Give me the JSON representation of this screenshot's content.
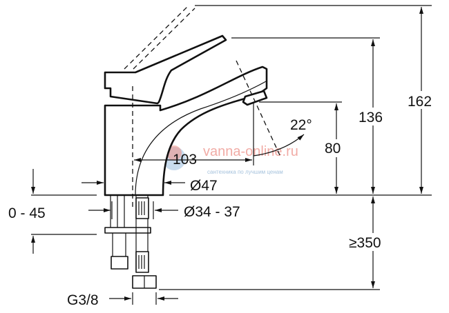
{
  "dimensions": {
    "total_height": "162",
    "spout_height": "136",
    "aerator_height": "80",
    "spout_reach": "103",
    "body_diameter": "Ø47",
    "mounting_hole": "Ø34 - 37",
    "counter_thickness": "0 - 45",
    "hose_length": "≥350",
    "connection_thread": "G3/8",
    "swivel_angle": "22°"
  },
  "watermark": {
    "site": "vanna-online.ru",
    "tagline": "сантехника по лучшим ценам"
  },
  "colors": {
    "line": "#111111",
    "watermark_red": "#e8756b",
    "watermark_blue": "#8fb3d4"
  }
}
